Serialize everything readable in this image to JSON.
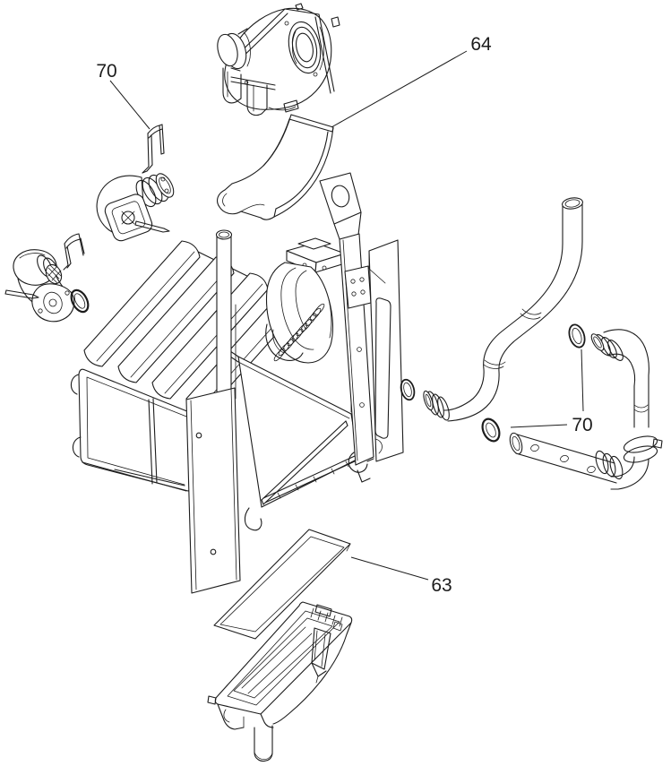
{
  "figure": {
    "background_color": "#ffffff",
    "line_color": "#1c1c1c"
  },
  "callouts": [
    {
      "id": "70-top-left",
      "text": "70"
    },
    {
      "id": "64-duct",
      "text": "64"
    },
    {
      "id": "70-right",
      "text": "70"
    },
    {
      "id": "63-plate",
      "text": "63"
    }
  ]
}
